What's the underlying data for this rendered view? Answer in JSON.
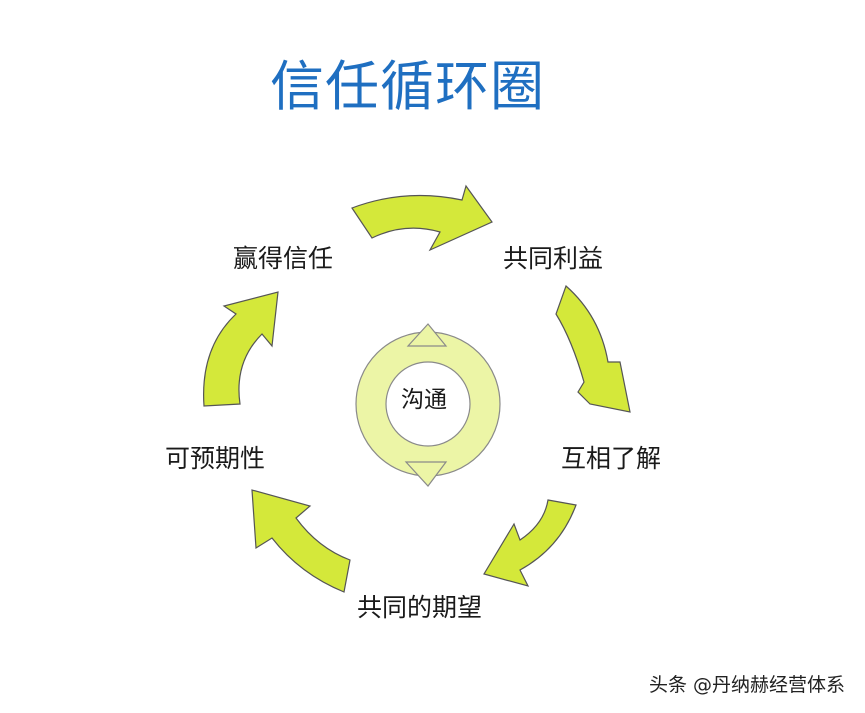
{
  "title": "信任循环圈",
  "nodes": {
    "trust": "赢得信任",
    "common_benefit": "共同利益",
    "understanding": "互相了解",
    "common_expectation": "共同的期望",
    "predictability": "可预期性"
  },
  "center": "沟通",
  "watermark": "头条 @丹纳赫经营体系",
  "colors": {
    "arrow_fill": "#d4e83a",
    "arrow_stroke": "#555555",
    "center_fill": "#ecf5a6",
    "title": "#1f6fc1"
  }
}
